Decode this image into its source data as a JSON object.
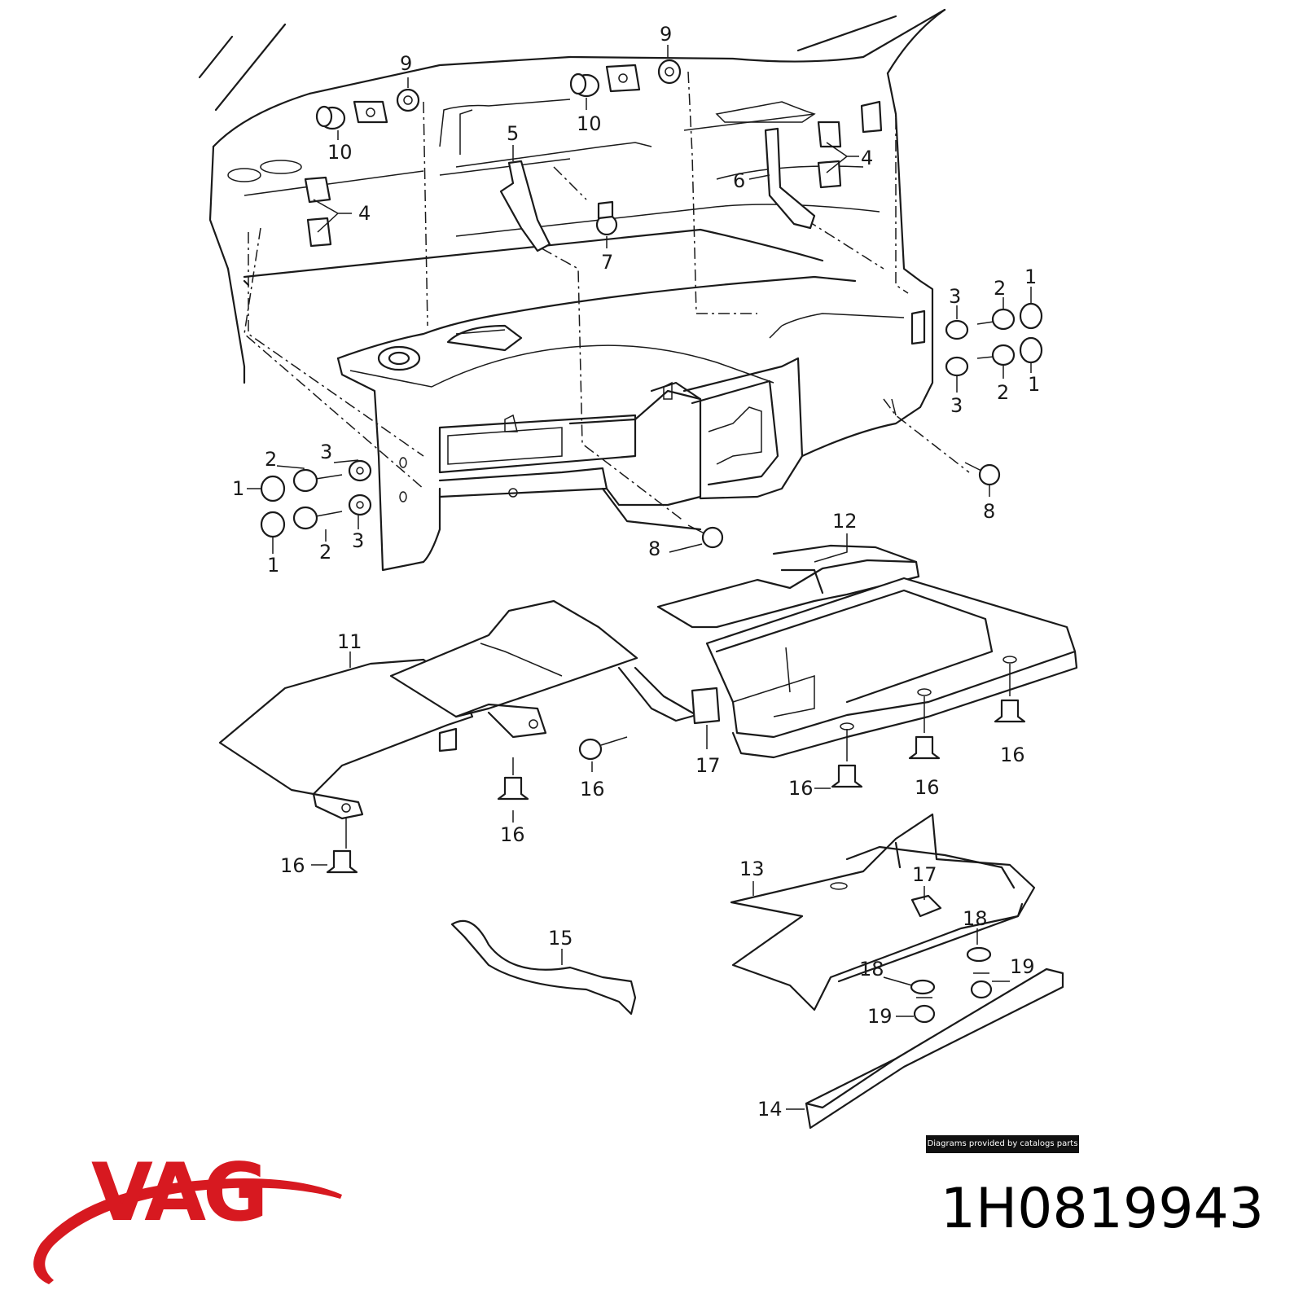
{
  "callouts": [
    {
      "id": "c9a",
      "text": "9"
    },
    {
      "id": "c9b",
      "text": "9"
    },
    {
      "id": "c10a",
      "text": "10"
    },
    {
      "id": "c10b",
      "text": "10"
    },
    {
      "id": "c5",
      "text": "5"
    },
    {
      "id": "c4a",
      "text": "4"
    },
    {
      "id": "c4b",
      "text": "4"
    },
    {
      "id": "c6",
      "text": "6"
    },
    {
      "id": "c7",
      "text": "7"
    },
    {
      "id": "c1a",
      "text": "1"
    },
    {
      "id": "c2a",
      "text": "2"
    },
    {
      "id": "c3a",
      "text": "3"
    },
    {
      "id": "c1b",
      "text": "1"
    },
    {
      "id": "c2b",
      "text": "2"
    },
    {
      "id": "c3b",
      "text": "3"
    },
    {
      "id": "c2c",
      "text": "2"
    },
    {
      "id": "c3c",
      "text": "3"
    },
    {
      "id": "c1c",
      "text": "1"
    },
    {
      "id": "c1d",
      "text": "1"
    },
    {
      "id": "c2d",
      "text": "2"
    },
    {
      "id": "c3d",
      "text": "3"
    },
    {
      "id": "c8a",
      "text": "8"
    },
    {
      "id": "c8b",
      "text": "8"
    },
    {
      "id": "c12",
      "text": "12"
    },
    {
      "id": "c11",
      "text": "11"
    },
    {
      "id": "c16a",
      "text": "16"
    },
    {
      "id": "c16b",
      "text": "16"
    },
    {
      "id": "c16c",
      "text": "16"
    },
    {
      "id": "c16d",
      "text": "16"
    },
    {
      "id": "c16e",
      "text": "16"
    },
    {
      "id": "c16f",
      "text": "16"
    },
    {
      "id": "c17a",
      "text": "17"
    },
    {
      "id": "c13",
      "text": "13"
    },
    {
      "id": "c17b",
      "text": "17"
    },
    {
      "id": "c18a",
      "text": "18"
    },
    {
      "id": "c18b",
      "text": "18"
    },
    {
      "id": "c19a",
      "text": "19"
    },
    {
      "id": "c19b",
      "text": "19"
    },
    {
      "id": "c15",
      "text": "15"
    },
    {
      "id": "c14",
      "text": "14"
    }
  ],
  "credit": "Diagrams provided by catalogs parts",
  "brand": "VAG",
  "part_number": "1H0819943",
  "colors": {
    "brand_red": "#d71920",
    "line": "#1a1a1a",
    "credit_bg": "#111111"
  }
}
